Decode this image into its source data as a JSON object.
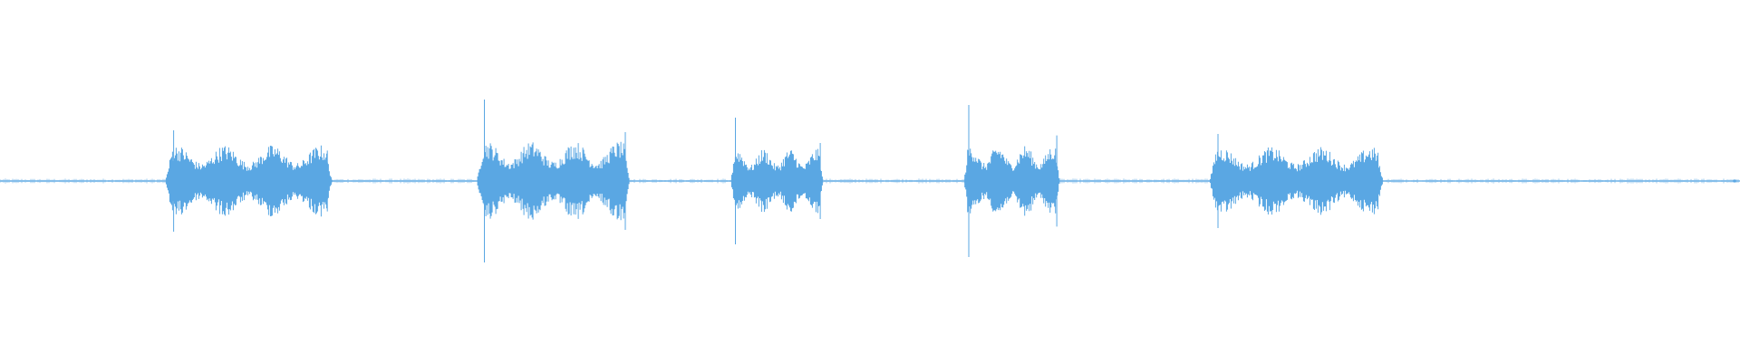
{
  "waveform": {
    "color": "#5aa7e3",
    "background": "#ffffff",
    "baseline_amplitude": 0.01,
    "segments": [
      {
        "start": 0.095,
        "end": 0.191,
        "amplitude": 0.2,
        "spike": 0.28
      },
      {
        "start": 0.274,
        "end": 0.362,
        "amplitude": 0.22,
        "spike": 0.45
      },
      {
        "start": 0.42,
        "end": 0.473,
        "amplitude": 0.18,
        "spike": 0.35
      },
      {
        "start": 0.554,
        "end": 0.609,
        "amplitude": 0.2,
        "spike": 0.42
      },
      {
        "start": 0.695,
        "end": 0.795,
        "amplitude": 0.19,
        "spike": 0.26
      }
    ]
  }
}
